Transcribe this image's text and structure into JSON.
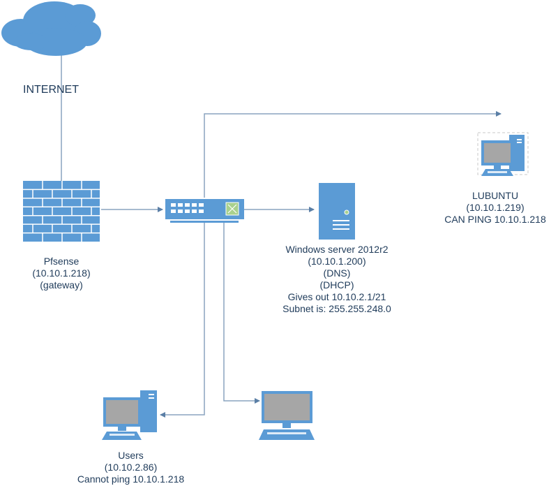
{
  "colors": {
    "device_blue": "#5b9bd5",
    "connector": "#8aa4bf",
    "arrow": "#5b7fa6",
    "screen_gray": "#a6a6a6",
    "text": "#1f3b5a",
    "switch_port_green": "#a9d18e"
  },
  "nodes": {
    "internet": {
      "icon": "cloud-icon",
      "lines": [
        "INTERNET"
      ]
    },
    "pfsense": {
      "icon": "firewall-icon",
      "lines": [
        "Pfsense",
        "(10.10.1.218)",
        "(gateway)"
      ]
    },
    "switch": {
      "icon": "network-switch-icon",
      "lines": []
    },
    "windows_server": {
      "icon": "server-icon",
      "lines": [
        "Windows server 2012r2",
        "(10.10.1.200)",
        "(DNS)",
        "(DHCP)",
        "Gives out 10.10.2.1/21",
        "Subnet is: 255.255.248.0"
      ]
    },
    "lubuntu": {
      "icon": "workstation-icon",
      "lines": [
        "LUBUNTU",
        "(10.10.1.219)",
        "CAN PING 10.10.1.218"
      ]
    },
    "users": {
      "icon": "workstation-icon",
      "lines": [
        "Users",
        "(10.10.2.86)",
        "Cannot ping 10.10.1.218"
      ]
    },
    "client_pc": {
      "icon": "monitor-icon",
      "lines": []
    }
  },
  "connections": [
    {
      "from": "internet",
      "to": "pfsense",
      "arrow": false
    },
    {
      "from": "pfsense",
      "to": "switch",
      "arrow": true
    },
    {
      "from": "switch",
      "to": "windows_server",
      "arrow": true
    },
    {
      "from": "switch",
      "to": "lubuntu",
      "arrow": true
    },
    {
      "from": "switch",
      "to": "users",
      "arrow": true
    },
    {
      "from": "switch",
      "to": "client_pc",
      "arrow": true
    }
  ]
}
